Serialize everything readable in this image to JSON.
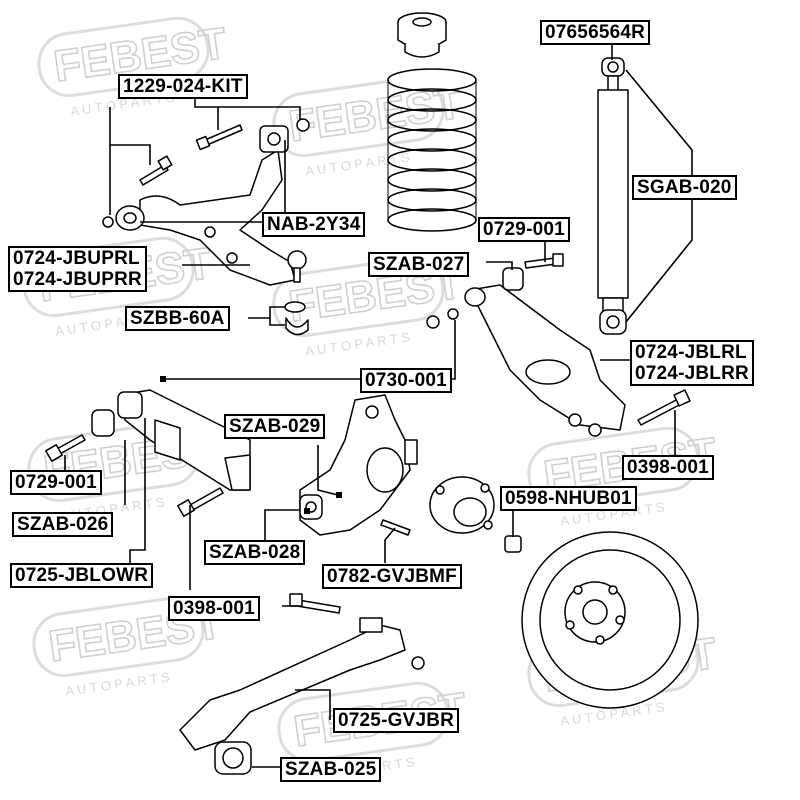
{
  "watermark": {
    "brand": "FEBEST",
    "sub": "A U T O   P A R T S",
    "color": "#d9d9d9"
  },
  "labels": {
    "p_1229_024_kit": "1229-024-KIT",
    "p_nab_2y34": "NAB-2Y34",
    "p_0724_jbuprl": "0724-JBUPRL",
    "p_0724_jbuprr": "0724-JBUPRR",
    "p_szbb_60a": "SZBB-60A",
    "p_07656564r": "07656564R",
    "p_sgab_020": "SGAB-020",
    "p_0729_001_top": "0729-001",
    "p_szab_027": "SZAB-027",
    "p_0724_jblrl": "0724-JBLRL",
    "p_0724_jblrr": "0724-JBLRR",
    "p_0730_001": "0730-001",
    "p_0398_001_right": "0398-001",
    "p_szab_029": "SZAB-029",
    "p_0598_nhub01": "0598-NHUB01",
    "p_0729_001_left": "0729-001",
    "p_szab_026": "SZAB-026",
    "p_szab_028": "SZAB-028",
    "p_0782_gvjbmf": "0782-GVJBMF",
    "p_0725_jblowr": "0725-JBLOWR",
    "p_0398_001_left": "0398-001",
    "p_0725_gvjbr": "0725-GVJBR",
    "p_szab_025": "SZAB-025"
  },
  "colors": {
    "line": "#000000",
    "part_fill": "#ffffff",
    "shade": "#e6e6e6"
  }
}
